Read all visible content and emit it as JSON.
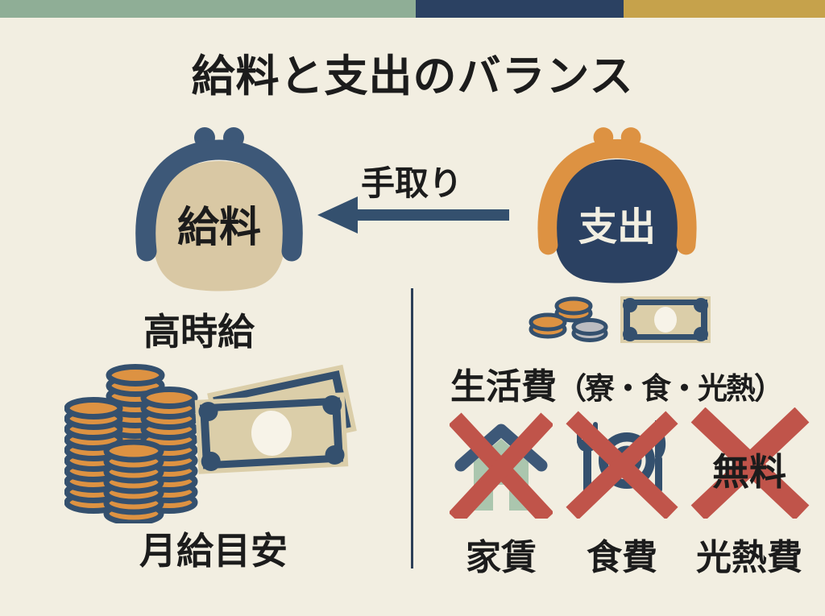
{
  "colors": {
    "background": "#f2eee1",
    "bar_green": "#8fae96",
    "bar_navy": "#2b4162",
    "bar_gold": "#c6a24b",
    "navy": "#34506e",
    "navy_dark": "#2c3f58",
    "orange": "#dd9242",
    "beige": "#d9c8a4",
    "bill_beige": "#dbcea9",
    "silver": "#bcbcc0",
    "red_x": "#c0544a",
    "house_green": "#abc6ae",
    "ink": "#1c1c1c",
    "cream_text": "#f2efe2",
    "oval_white": "#f7f3e8",
    "frame_navy": "#3d5878"
  },
  "title": "給料と支出のバランス",
  "salary_side": {
    "purse_label": "給料",
    "hourly_wage_label": "高時給",
    "monthly_wage_label": "月給目安"
  },
  "transfer": {
    "arrow_label": "手取り"
  },
  "expense_side": {
    "purse_label": "支出",
    "living_cost_label": "生活費",
    "living_cost_detail": "（寮・食・光熱）",
    "items": [
      {
        "label": "家賃"
      },
      {
        "label": "食費"
      },
      {
        "label": "光熱費",
        "badge": "無料"
      }
    ]
  }
}
